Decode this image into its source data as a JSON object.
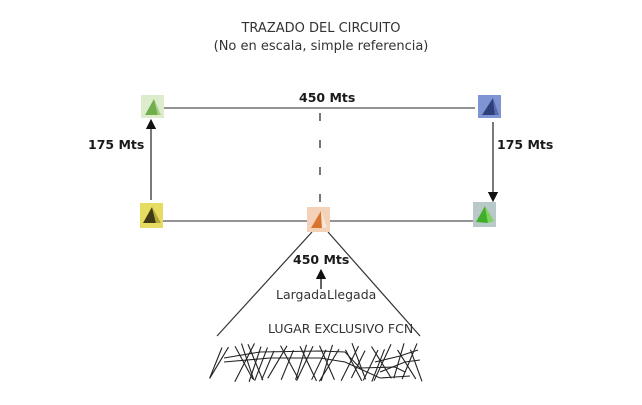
{
  "title": "TRAZADO DEL CIRCUITO",
  "subtitle": "(No en escala, simple referencia)",
  "segments": {
    "top": "450 Mts",
    "left": "175 Mts",
    "right": "175 Mts",
    "bottom": "450 Mts"
  },
  "start_finish": {
    "start_label": "Largada",
    "finish_label": "Llegada"
  },
  "exclusive_area": "LUGAR EXCLUSIVO FCN",
  "buoys": [
    {
      "name": "top-left",
      "color": "#6fae4a",
      "bg": "#dceccd"
    },
    {
      "name": "top-right",
      "color": "#2f3f7a",
      "bg": "#7f94d2"
    },
    {
      "name": "bottom-left",
      "color": "#3e3a16",
      "bg": "#e6dc62"
    },
    {
      "name": "bottom-right",
      "color": "#3fae2a",
      "bg": "#b9c9c9"
    },
    {
      "name": "bottom-center",
      "color": "#d9742e",
      "bg": "#f3d2b8"
    }
  ]
}
